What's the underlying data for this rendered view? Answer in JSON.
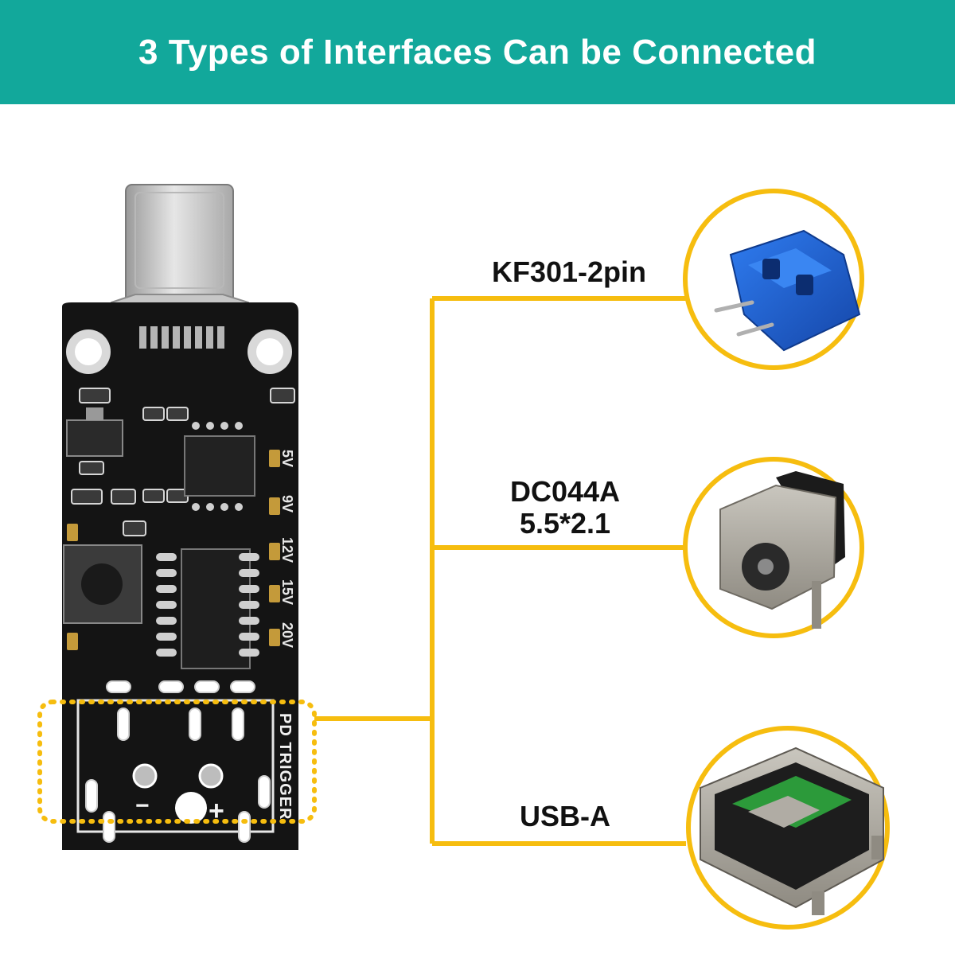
{
  "header": {
    "title": "3 Types of Interfaces Can be Connected"
  },
  "board": {
    "silkscreen": "PD TRIGGER",
    "voltages": [
      "5V",
      "9V",
      "12V",
      "15V",
      "20V"
    ],
    "minus": "−",
    "plus": "+"
  },
  "interfaces": [
    {
      "label": "KF301-2pin",
      "icon": "screw-terminal-icon"
    },
    {
      "label_line1": "DC044A",
      "label_line2": "5.5*2.1",
      "icon": "dc-jack-icon"
    },
    {
      "label": "USB-A",
      "icon": "usb-a-port-icon"
    }
  ],
  "colors": {
    "banner": "#12a89b",
    "accent": "#f6bd0f",
    "pcb": "#141414",
    "terminal_blue": "#1f66d6"
  }
}
